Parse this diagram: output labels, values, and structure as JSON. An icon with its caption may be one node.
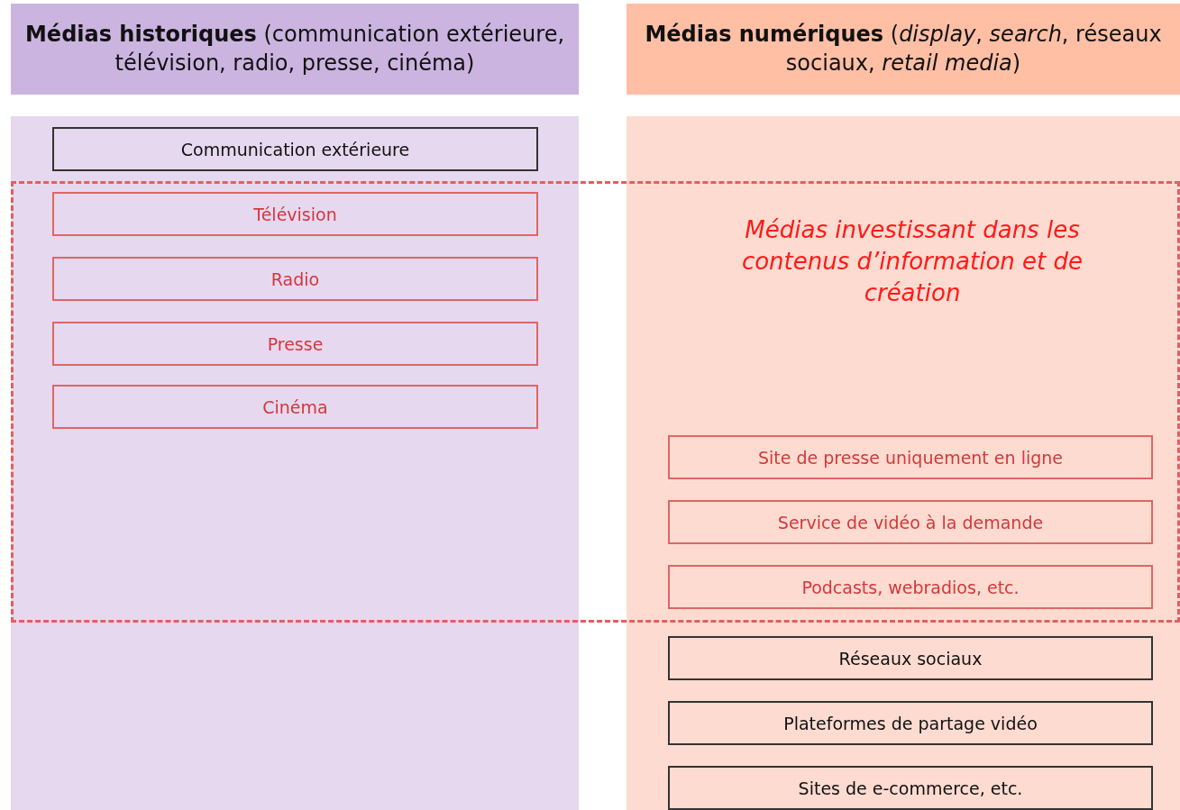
{
  "diagram": {
    "nodes": [
      {
        "text": [
          "**Médias historiques** (communication extérieure, télévision, radio, presse, cinéma)"
        ]
      },
      {
        "text": [
          "**Médias numériques** (*display*, *search*, réseaux sociaux, *retail media*)"
        ]
      },
      {
        "text": [],
        "shape": "box"
      },
      {
        "text": [
          "Communication extérieure"
        ],
        "in": 2
      },
      {
        "text": [],
        "shape": "box"
      },
      {
        "text": [
          "Télévision"
        ]
      },
      {
        "text": [
          "Radio"
        ]
      },
      {
        "text": [
          "Presse"
        ]
      },
      {
        "text": [
          "Cinéma"
        ]
      },
      {
        "text": [],
        "shape": "box"
      },
      {
        "text": [
          "Site de presse uniquement en ligne"
        ]
      },
      {
        "text": [
          "Service de vidéo à la demande"
        ]
      },
      {
        "text": [
          "Podcasts, webradios, etc."
        ]
      },
      {
        "text": [
          "Réseaux sociaux"
        ],
        "in": 9
      },
      {
        "text": [
          "Plateformes de partage vidéo"
        ],
        "in": 9
      },
      {
        "text": [
          "Sites de e-commerce, etc."
        ],
        "in": 9
      }
    ],
    "edges": [],
    "labels": [
      "Médias investissant dans les contenus d’information et de création"
    ]
  }
}
